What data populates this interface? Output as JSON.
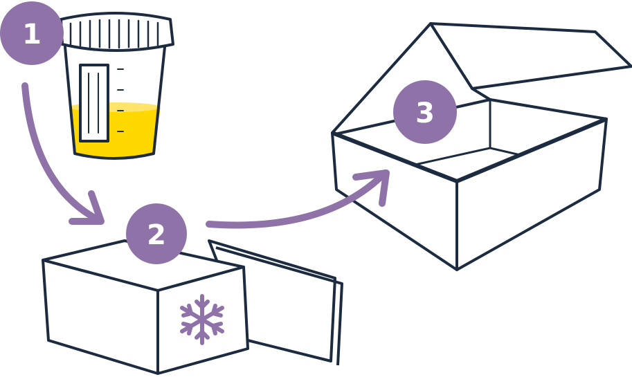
{
  "colors": {
    "outline": "#1c2b3f",
    "accent": "#8f73a8",
    "liquid": "#ffd800",
    "liquid_light": "#ffe46b",
    "background": "#ffffff"
  },
  "steps": [
    {
      "number": "1",
      "subject": "specimen-cup"
    },
    {
      "number": "2",
      "subject": "frozen-pack-box"
    },
    {
      "number": "3",
      "subject": "shipping-box"
    }
  ],
  "icons": {
    "snowflake": "snowflake-icon",
    "arrow": "curved-arrow-icon"
  }
}
